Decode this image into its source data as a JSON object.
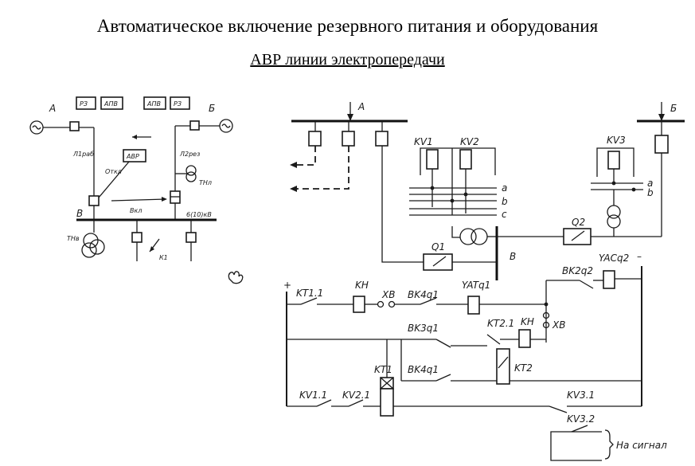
{
  "title": "Автоматическое включение резервного питания и оборудования",
  "subtitle": "АВР линии электропередачи",
  "left_scheme": {
    "source_a": "А",
    "source_b": "Б",
    "relay_box_1": "РЗ",
    "apv_box_1": "АПВ",
    "apv_box_2": "АПВ",
    "relay_box_2": "РЗ",
    "avr_box": "АВР",
    "line_1": "Л1раб",
    "line_2": "Л2рез",
    "otkl": "Откл",
    "vkl": "Вкл",
    "bus_v": "В",
    "bus_voltage": "6(10)кВ",
    "tn_v": "ТНв",
    "tn_l": "ТНл",
    "feeder": "К1"
  },
  "right_scheme": {
    "bus_a": "А",
    "bus_b": "Б",
    "kv1": "KV1",
    "kv2": "KV2",
    "kv3": "KV3",
    "phase_a1": "a",
    "phase_b1": "b",
    "phase_c1": "c",
    "phase_a2": "a",
    "phase_b2": "b",
    "q1": "Q1",
    "q2": "Q2",
    "bus_label": "В",
    "plus": "+",
    "minus": "–",
    "kt11": "KT1.1",
    "kh1": "KH",
    "xb1": "XB",
    "bk4q1": "BK4q1",
    "yat": "YATq1",
    "bk2q2": "BK2q2",
    "yac": "YACq2",
    "kt21": "KT2.1",
    "kh2": "KH",
    "xb2": "XB",
    "bk3q1": "BK3q1",
    "bk4q1b": "BK4q1",
    "kt2": "KT2",
    "kt1": "KT1",
    "kv11": "KV1.1",
    "kv21": "KV2.1",
    "kv31": "KV3.1",
    "kv32": "KV3.2",
    "signal": "На сигнал"
  }
}
